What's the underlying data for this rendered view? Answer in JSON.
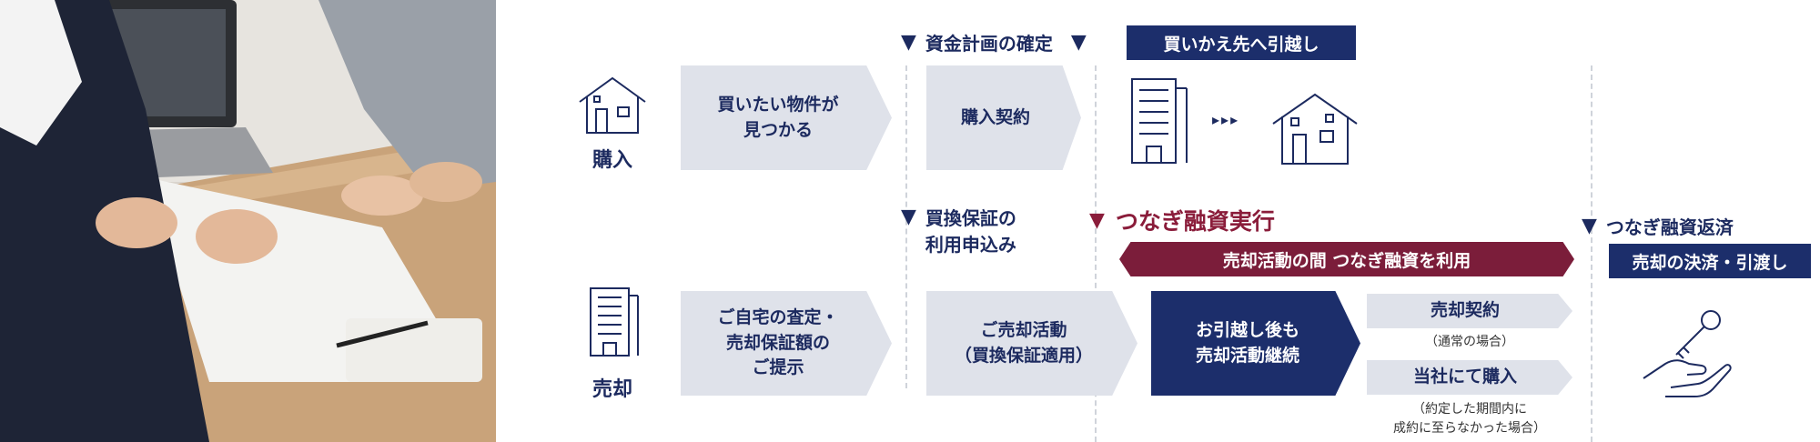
{
  "colors": {
    "navy": "#1c2e6b",
    "navy_text": "#1c2a5f",
    "red": "#8a1c3a",
    "red_bar": "#7b1d3a",
    "chevron": "#dfe2ea"
  },
  "rows": {
    "purchase": "購入",
    "sale": "売却"
  },
  "purchase": {
    "step1": "買いたい物件が\n見つかる",
    "step2": "購入契約"
  },
  "sale": {
    "step1": "ご自宅の査定・\n売却保証額の\nご提示",
    "step2": "ご売却活動\n（買換保証適用）",
    "step3": "お引越し後も\n売却活動継続",
    "contract": "売却契約",
    "contract_note": "（通常の場合）",
    "buyback": "当社にて購入",
    "buyback_note": "（約定した期間内に\n成約に至らなかった場合）"
  },
  "milestones": {
    "funding_plan": "資金計画の確定",
    "guarantee_apply": "買換保証の\n利用申込み",
    "move": "買いかえ先へ引越し",
    "bridge_exec": "つなぎ融資実行",
    "bridge_use": "売却活動の間  つなぎ融資を利用",
    "bridge_repay": "つなぎ融資返済",
    "settle": "売却の決済・引渡し"
  },
  "icons": {
    "purchase": "house-icon",
    "sale": "apartment-building-icon",
    "move_from": "apartment-building-icon",
    "move_arrow": "triple-arrow-icon",
    "move_to": "house-icon",
    "handover": "key-hand-icon",
    "photo": "meeting-photo"
  }
}
